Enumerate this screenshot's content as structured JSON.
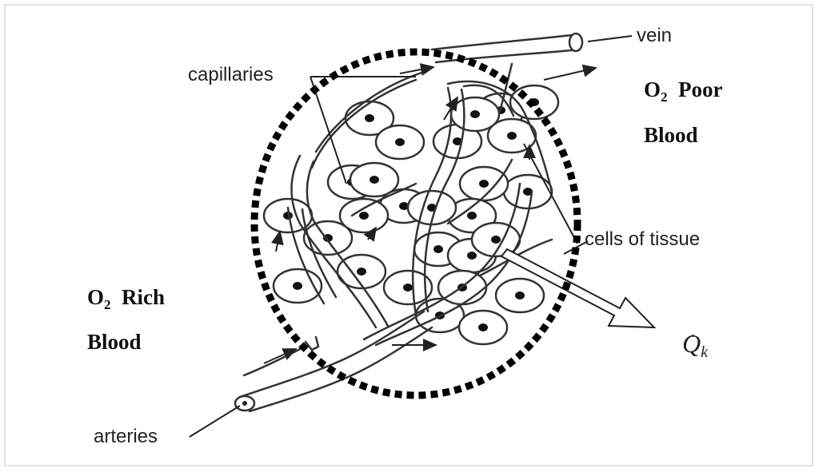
{
  "labels": {
    "vein": "vein",
    "capillaries": "capillaries",
    "cells_of_tissue": "cells of tissue",
    "arteries": "arteries"
  },
  "poor": {
    "o": "O",
    "sub": "2",
    "word": "Poor",
    "blood": "Blood"
  },
  "rich": {
    "o": "O",
    "sub": "2",
    "word": "Rich",
    "blood": "Blood"
  },
  "heat": {
    "symbol": "Q",
    "subscript": "k"
  }
}
